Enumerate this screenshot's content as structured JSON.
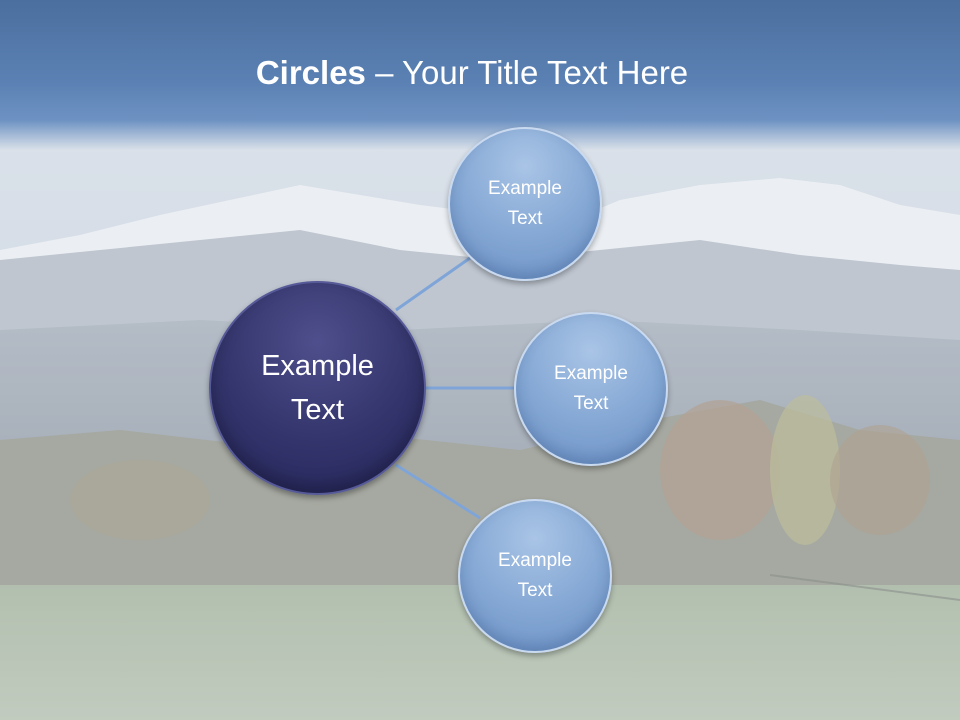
{
  "title": {
    "bold": "Circles",
    "rest": " – Your Title Text Here"
  },
  "diagram": {
    "center": {
      "label": "Example\nText"
    },
    "satellites": [
      {
        "label": "Example\nText"
      },
      {
        "label": "Example\nText"
      },
      {
        "label": "Example\nText"
      }
    ]
  },
  "colors": {
    "title_bar": "#5b81b4",
    "center_circle": "#33346b",
    "satellite_circle": "#86a9d5",
    "connector": "#7fa5d8"
  }
}
